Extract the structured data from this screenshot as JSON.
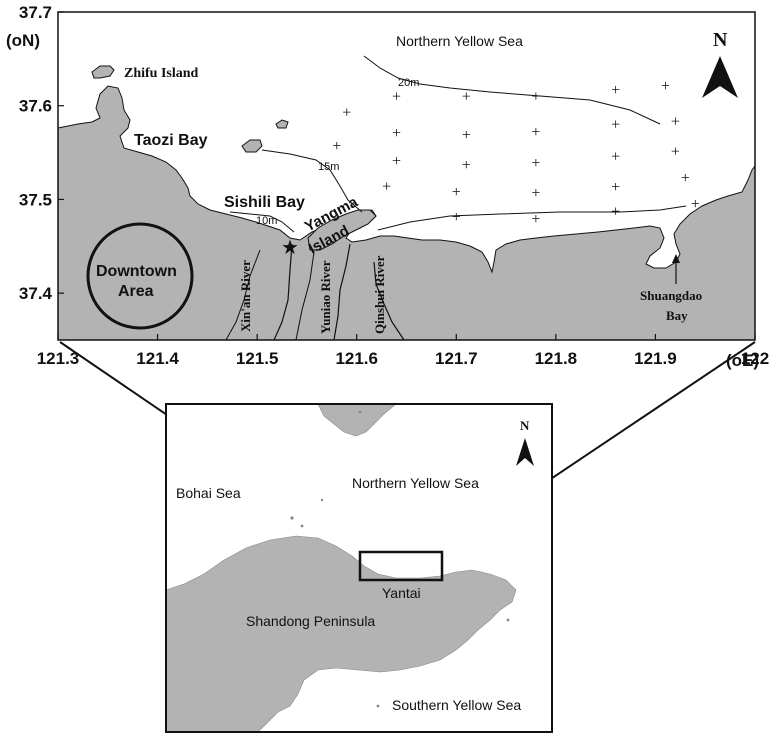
{
  "colors": {
    "land": "#b3b3b3",
    "sea": "#ffffff",
    "line": "#111111"
  },
  "main_map": {
    "y_axis_title": "(oN)",
    "x_axis_title": "(oE)",
    "y_ticks": [
      "37.7",
      "37.6",
      "37.5",
      "37.4"
    ],
    "x_ticks": [
      "121.3",
      "121.4",
      "121.5",
      "121.6",
      "121.7",
      "121.8",
      "121.9",
      "122"
    ],
    "lon_range": [
      121.3,
      122.0
    ],
    "lat_range": [
      37.35,
      37.7
    ],
    "labels": {
      "northern_yellow_sea": "Northern Yellow Sea",
      "zhifu_island": "Zhifu Island",
      "taozi_bay": "Taozi Bay",
      "sishili_bay": "Sishili Bay",
      "yangma_island_1": "Yangma",
      "yangma_island_2": "Island",
      "downtown_1": "Downtown",
      "downtown_2": "Area",
      "xinan_river": "Xin'an River",
      "yuniao_river": "Yuniao River",
      "qinshui_river": "Qinshui River",
      "shuangdao_1": "Shuangdao",
      "shuangdao_2": "Bay",
      "depth_20": "20m",
      "depth_15": "15m",
      "depth_10": "10m"
    },
    "north_arrow_label": "N",
    "station_marker": "+",
    "stations": [
      {
        "lon": 121.64,
        "lat": 37.61
      },
      {
        "lon": 121.71,
        "lat": 37.61
      },
      {
        "lon": 121.78,
        "lat": 37.61
      },
      {
        "lon": 121.86,
        "lat": 37.617
      },
      {
        "lon": 121.91,
        "lat": 37.621
      },
      {
        "lon": 121.59,
        "lat": 37.593
      },
      {
        "lon": 121.64,
        "lat": 37.571
      },
      {
        "lon": 121.71,
        "lat": 37.569
      },
      {
        "lon": 121.78,
        "lat": 37.572
      },
      {
        "lon": 121.86,
        "lat": 37.58
      },
      {
        "lon": 121.92,
        "lat": 37.583
      },
      {
        "lon": 121.58,
        "lat": 37.557
      },
      {
        "lon": 121.64,
        "lat": 37.541
      },
      {
        "lon": 121.71,
        "lat": 37.537
      },
      {
        "lon": 121.78,
        "lat": 37.539
      },
      {
        "lon": 121.86,
        "lat": 37.546
      },
      {
        "lon": 121.92,
        "lat": 37.551
      },
      {
        "lon": 121.63,
        "lat": 37.514
      },
      {
        "lon": 121.7,
        "lat": 37.508
      },
      {
        "lon": 121.78,
        "lat": 37.507
      },
      {
        "lon": 121.86,
        "lat": 37.513
      },
      {
        "lon": 121.93,
        "lat": 37.523
      },
      {
        "lon": 121.7,
        "lat": 37.481
      },
      {
        "lon": 121.78,
        "lat": 37.479
      },
      {
        "lon": 121.86,
        "lat": 37.487
      },
      {
        "lon": 121.94,
        "lat": 37.495
      }
    ],
    "sampling_site_marker": "★"
  },
  "inset_map": {
    "north_arrow_label": "N",
    "labels": {
      "bohai_sea": "Bohai Sea",
      "northern_yellow_sea": "Northern Yellow Sea",
      "yantai": "Yantai",
      "shandong": "Shandong Peninsula",
      "southern_yellow_sea": "Southern Yellow Sea"
    }
  }
}
